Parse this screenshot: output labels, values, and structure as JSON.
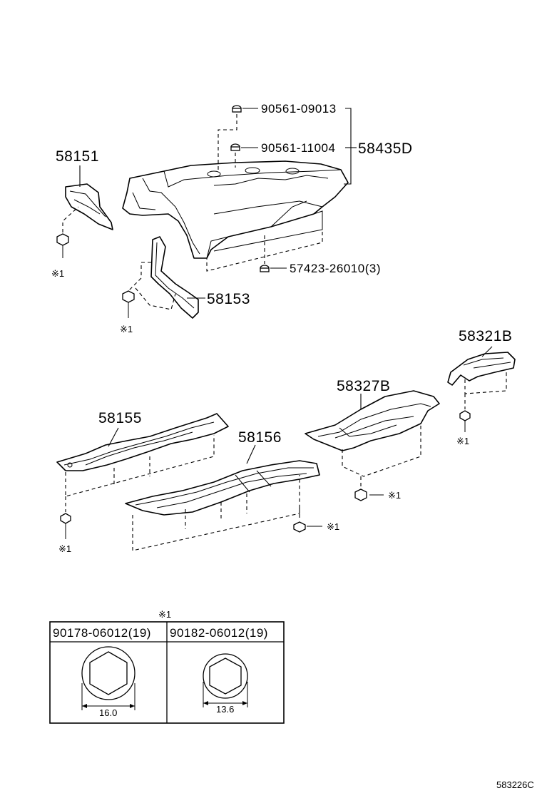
{
  "diagram": {
    "callouts": {
      "p90561_09013": "90561-09013",
      "p90561_11004": "90561-11004",
      "p58435D": "58435D",
      "p58151": "58151",
      "p57423": "57423-26010(3)",
      "p58153": "58153",
      "p58321B": "58321B",
      "p58327B": "58327B",
      "p58155": "58155",
      "p58156": "58156"
    },
    "fastener_marks": {
      "m1": "※1",
      "m2": "※1",
      "m3": "※1",
      "m4": "※1",
      "m5": "※1",
      "m6": "※1"
    },
    "legend": {
      "mark": "※1",
      "col1_part": "90178-06012(19)",
      "col2_part": "90182-06012(19)",
      "col1_dim": "16.0",
      "col2_dim": "13.6"
    },
    "figure_code": "583226C"
  }
}
